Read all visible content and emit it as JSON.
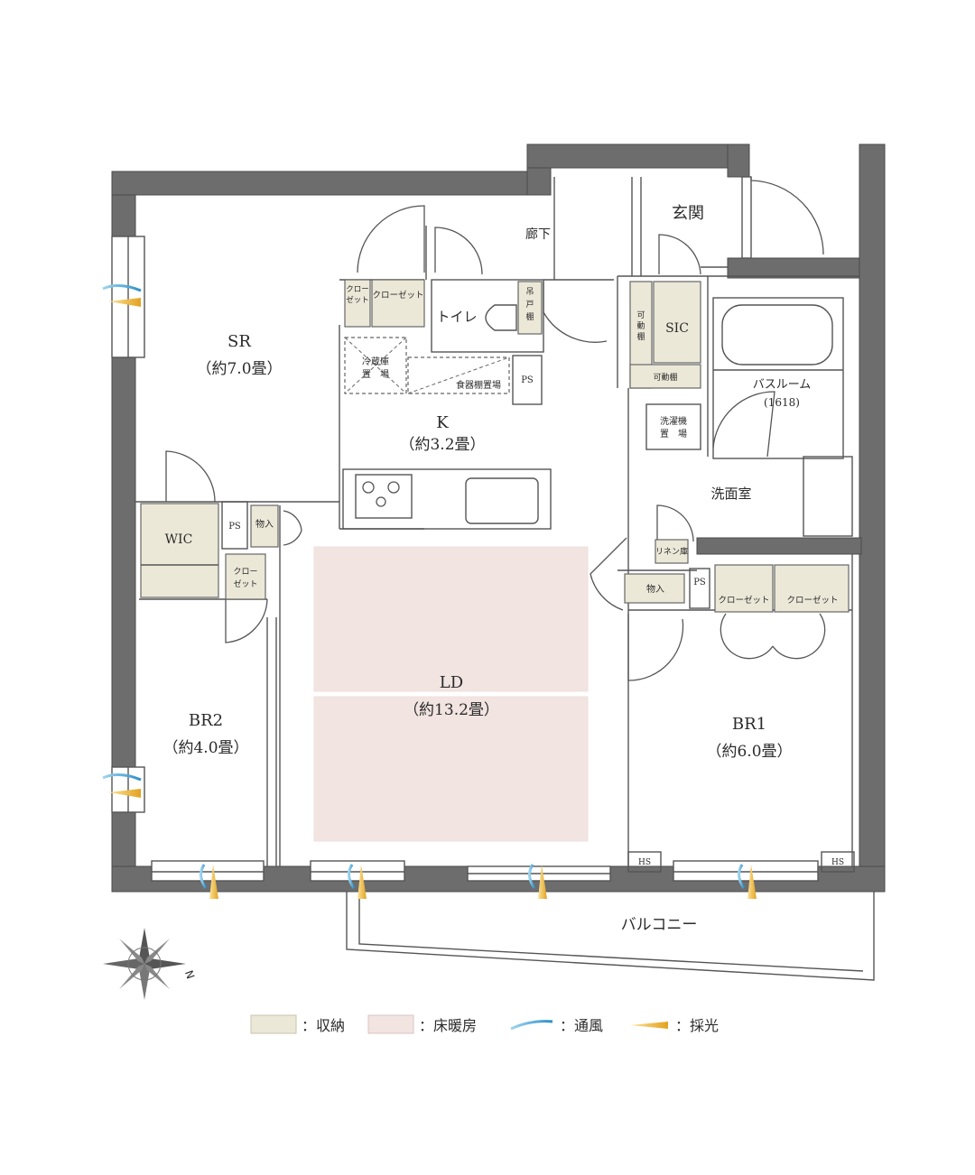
{
  "rooms": {
    "sr_name": "SR",
    "sr_size": "（約7.0畳）",
    "k_name": "K",
    "k_size": "（約3.2畳）",
    "ld_name": "LD",
    "ld_size": "（約13.2畳）",
    "br1_name": "BR1",
    "br1_size": "（約6.0畳）",
    "br2_name": "BR2",
    "br2_size": "（約4.0畳）",
    "hallway": "廊下",
    "entrance": "玄関",
    "toilet": "トイレ",
    "bathroom": "バスルーム",
    "bathroom_size": "(1618)",
    "washroom": "洗面室",
    "balcony": "バルコニー"
  },
  "fixtures": {
    "closet": "クローゼット",
    "closet_split_1": "クロー",
    "closet_split_2": "ゼット",
    "hanging_cabinet_1": "吊",
    "hanging_cabinet_2": "戸",
    "hanging_cabinet_3": "棚",
    "fridge_1": "冷蔵庫",
    "fridge_2": "置　場",
    "dish_shelf": "食器棚置場",
    "ps": "PS",
    "hs": "HS",
    "storage": "物入",
    "wic": "WIC",
    "sic": "SIC",
    "movable_shelf": "可動棚",
    "movable_v1": "可",
    "movable_v2": "動",
    "movable_v3": "棚",
    "washer_1": "洗濯機",
    "washer_2": "置　場",
    "linen": "リネン庫"
  },
  "legend": {
    "storage": "：収納",
    "floor_heating": "：床暖房",
    "ventilation": "：通風",
    "daylight": "：採光"
  },
  "compass": {
    "north": "N"
  },
  "colors": {
    "wall": "#6d6d6d",
    "storage": "#ece8d8",
    "floor_heating": "#f1e4e1",
    "ventilation": "#3aa6d8",
    "daylight": "#e9b43a"
  }
}
